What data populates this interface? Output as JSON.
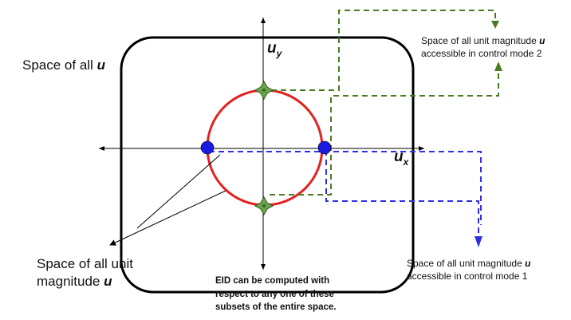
{
  "labels": {
    "space_all_u": "Space of all",
    "space_all_u_var": "u",
    "space_unit_line1": "Space of all unit",
    "space_unit_line2": "magnitude",
    "space_unit_var": "u",
    "mode2_line1": "Space of all unit magnitude",
    "mode2_var": "u",
    "mode2_line2": "accessible in control mode 2",
    "mode1_line1": "Space of all unit magnitude",
    "mode1_var": "u",
    "mode1_line2": "accessible in control mode 1",
    "axis_x_var": "u",
    "axis_x_sub": "x",
    "axis_y_var": "u",
    "axis_y_sub": "y",
    "eid_line1": "EID can be computed with",
    "eid_line2": "respect to any one of these",
    "eid_line3": "subsets of the entire space."
  },
  "colors": {
    "circle": "#e32020",
    "mode1": "#2f2fe6",
    "mode2": "#4a7a22",
    "marker_mode1": "#1a1ae0",
    "marker_mode2": "#6aa84f"
  }
}
